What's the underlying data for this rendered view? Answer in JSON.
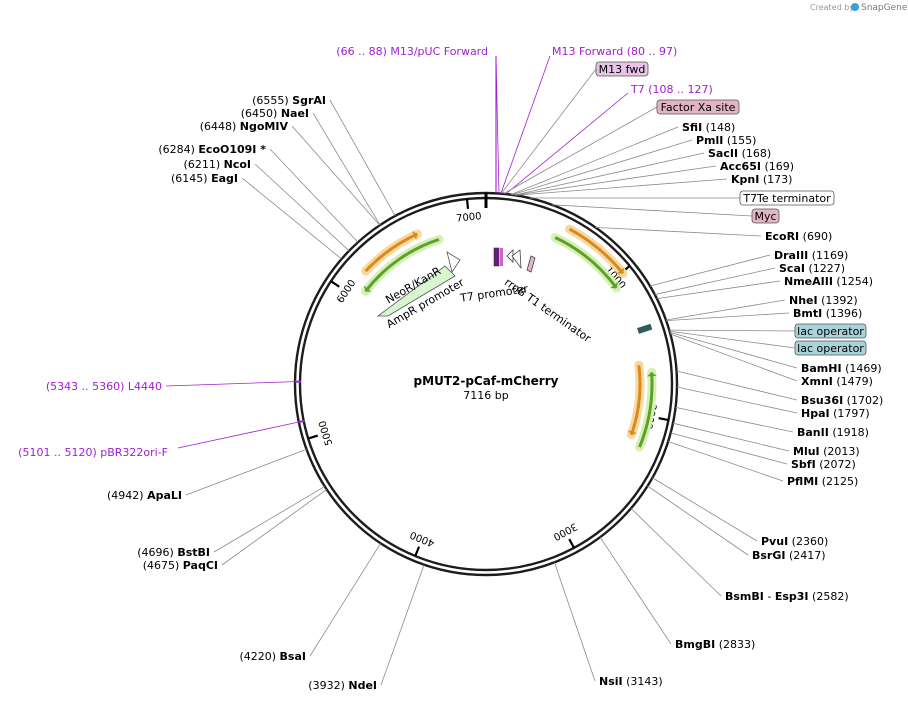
{
  "credit": {
    "created_by": "Created by",
    "brand": "SnapGene"
  },
  "plasmid": {
    "name": "pMUT2-pCaf-mCherry",
    "size_label": "7116 bp",
    "length": 7116
  },
  "ticks": [
    {
      "pos": 1000,
      "label": "1000"
    },
    {
      "pos": 2000,
      "label": "2000"
    },
    {
      "pos": 3000,
      "label": "3000"
    },
    {
      "pos": 4000,
      "label": "4000"
    },
    {
      "pos": 5000,
      "label": "5000"
    },
    {
      "pos": 6000,
      "label": "6000"
    },
    {
      "pos": 7000,
      "label": "7000"
    }
  ],
  "primers": [
    {
      "range": "(66 .. 88)",
      "name": "M13/pUC Forward",
      "pos": 77
    },
    {
      "range": "(80 .. 97)",
      "name": "M13 Forward",
      "pos": 88,
      "name_first": true
    },
    {
      "range": "(108 .. 127)",
      "name": "T7",
      "pos": 117,
      "name_first": true
    },
    {
      "range": "(5343 .. 5360)",
      "name": "L4440",
      "pos": 5351
    },
    {
      "range": "(5101 .. 5120)",
      "name": "pBR322ori-F",
      "pos": 5110
    }
  ],
  "boxed": [
    {
      "name": "M13 fwd",
      "fill": "#e7c4e4",
      "pos": 90
    },
    {
      "name": "Factor Xa site",
      "fill": "#e2b4c6",
      "pos": 104
    },
    {
      "name": "T7Te terminator",
      "fill": "#ffffff",
      "pos": 260
    },
    {
      "name": "Myc",
      "fill": "#e2b4c6",
      "pos": 400
    },
    {
      "name": "lac operator",
      "fill": "#a9d3da",
      "pos": 1455
    },
    {
      "name": "lac operator",
      "fill": "#a9d3da",
      "pos": 1462
    }
  ],
  "sites": [
    {
      "name": "SfiI",
      "pos": 148
    },
    {
      "name": "PmlI",
      "pos": 155
    },
    {
      "name": "SacII",
      "pos": 168
    },
    {
      "name": "Acc65I",
      "pos": 169
    },
    {
      "name": "KpnI",
      "pos": 173
    },
    {
      "name": "EcoRI",
      "pos": 690
    },
    {
      "name": "DraIII",
      "pos": 1169
    },
    {
      "name": "ScaI",
      "pos": 1227
    },
    {
      "name": "NmeAIII",
      "pos": 1254
    },
    {
      "name": "NheI",
      "pos": 1392
    },
    {
      "name": "BmtI",
      "pos": 1396
    },
    {
      "name": "BamHI",
      "pos": 1469
    },
    {
      "name": "XmnI",
      "pos": 1479
    },
    {
      "name": "Bsu36I",
      "pos": 1702
    },
    {
      "name": "HpaI",
      "pos": 1797
    },
    {
      "name": "BanII",
      "pos": 1918
    },
    {
      "name": "MluI",
      "pos": 2013
    },
    {
      "name": "SbfI",
      "pos": 2072
    },
    {
      "name": "PflMI",
      "pos": 2125
    },
    {
      "name": "PvuI",
      "pos": 2360
    },
    {
      "name": "BsrGI",
      "pos": 2417
    },
    {
      "name": "BsmBI",
      "alt": "Esp3I",
      "pos": 2582
    },
    {
      "name": "BmgBI",
      "pos": 2833
    },
    {
      "name": "NsiI",
      "pos": 3143
    },
    {
      "name": "NdeI",
      "pos": 3932
    },
    {
      "name": "BsaI",
      "pos": 4220
    },
    {
      "name": "PaqCI",
      "pos": 4675
    },
    {
      "name": "BstBI",
      "pos": 4696
    },
    {
      "name": "ApaLI",
      "pos": 4942
    },
    {
      "name": "EagI",
      "pos": 6145
    },
    {
      "name": "NcoI",
      "pos": 6211
    },
    {
      "name": "EcoO109I *",
      "pos": 6284
    },
    {
      "name": "NgoMIV",
      "pos": 6448
    },
    {
      "name": "NaeI",
      "pos": 6450
    },
    {
      "name": "SgrAI",
      "pos": 6555
    }
  ],
  "feature_labels": {
    "neor": "NeoR/KanR",
    "ampr": "AmpR promoter",
    "t7p": "T7 promoter",
    "rrnb": "rrnB T1 terminator"
  },
  "colors": {
    "green": "#5da02b",
    "green_glow": "#d6f0b4",
    "orange": "#d98a1e",
    "orange_glow": "#f7d9a0",
    "purple": "#a020d0",
    "backbone": "#1c1c1c",
    "leader": "#8a8a8a",
    "teal": "#2f5a5e"
  }
}
